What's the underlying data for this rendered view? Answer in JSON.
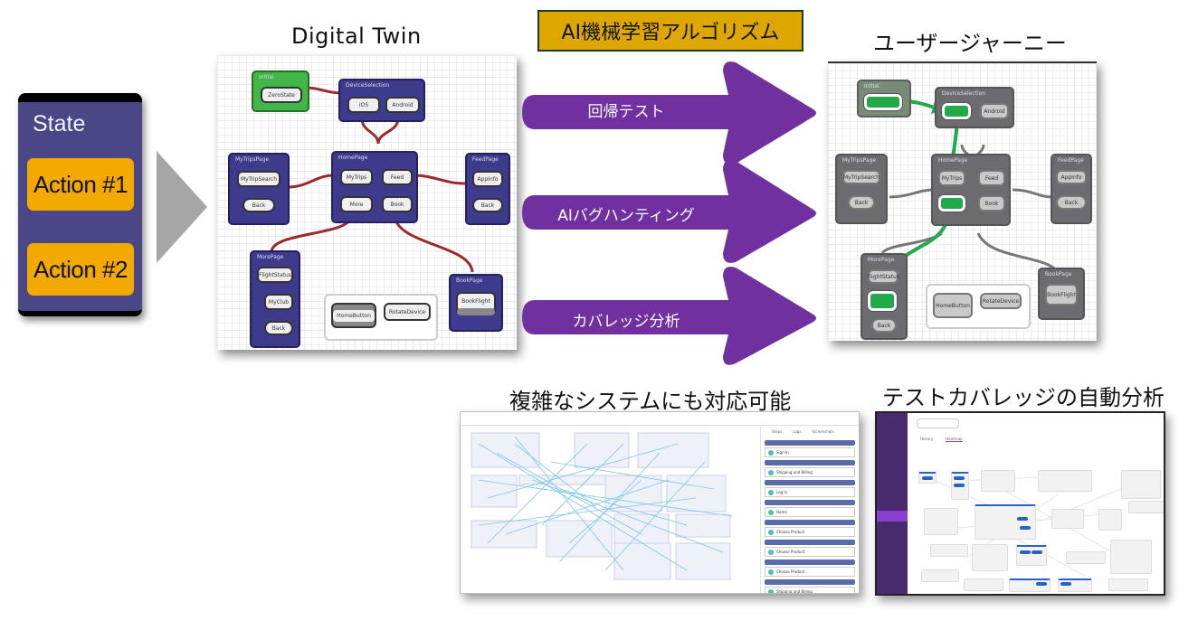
{
  "state_card": {
    "title": "State",
    "actions": [
      "Action #1",
      "Action #2"
    ],
    "colors": {
      "card": "#4b4787",
      "action": "#f2a900"
    }
  },
  "headings": {
    "digital_twin": "Digital Twin",
    "ai_banner": "AI機械学習アルゴリズム",
    "user_journey": "ユーザージャーニー",
    "complex_systems": "複雑なシステムにも対応可能",
    "coverage_analysis": "テストカバレッジの自動分析"
  },
  "arrows": [
    {
      "label": "回帰テスト"
    },
    {
      "label": "AIバグハンティング"
    },
    {
      "label": "カバレッジ分析"
    }
  ],
  "colors": {
    "arrow": "#7030a0",
    "banner": "#dda700",
    "node_blue": "#3e3a8c",
    "node_green": "#43b649",
    "edge_red": "#9b2a2a",
    "path_green": "#21a94a",
    "node_gray": "#6b6b70"
  },
  "digital_twin": {
    "nodes": [
      {
        "name": "Initial",
        "buttons": [
          "ZeroState"
        ]
      },
      {
        "name": "DeviceSelection",
        "buttons": [
          "iOS",
          "Android"
        ]
      },
      {
        "name": "MyTripsPage",
        "buttons": [
          "MyTripSearch",
          "Back"
        ]
      },
      {
        "name": "HomePage",
        "buttons": [
          "MyTrips",
          "Feed",
          "More",
          "Book"
        ]
      },
      {
        "name": "FeedPage",
        "buttons": [
          "AppInfo",
          "Back"
        ]
      },
      {
        "name": "MorePage",
        "buttons": [
          "FlightStatus",
          "MyClub",
          "Back"
        ]
      },
      {
        "name": "BookPage",
        "buttons": [
          "BookFlight"
        ]
      }
    ],
    "group_buttons": [
      "HomeButton",
      "RotateDevice"
    ]
  },
  "complex_shot": {
    "side_tabs": [
      "Steps",
      "Logs",
      "Screenshots"
    ],
    "steps": [
      "Sign In",
      "Shipping and Billing",
      "Log In",
      "Home",
      "Choose Product",
      "Choose Product",
      "Choose Product",
      "Shipping and Billing"
    ]
  },
  "coverage_shot": {
    "tabs": [
      "History",
      "Heatmap"
    ]
  }
}
